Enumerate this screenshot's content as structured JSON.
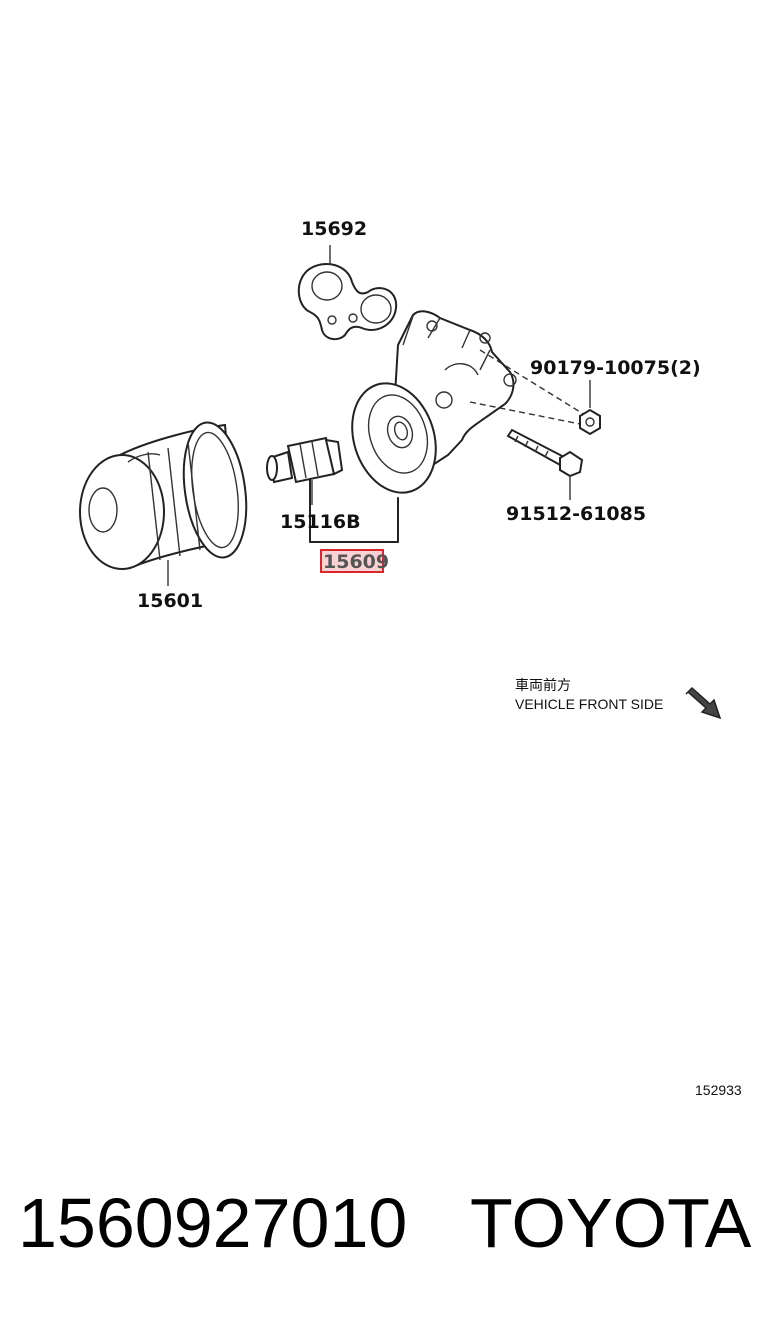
{
  "parts": {
    "gasket": "15692",
    "nut": "90179-10075(2)",
    "bolt": "91512-61085",
    "sensor": "15116B",
    "bracket": "15609",
    "oil_filter": "15601"
  },
  "orientation": {
    "japanese": "車両前方",
    "english": "VEHICLE FRONT SIDE"
  },
  "diagram_ref": "152933",
  "footer": {
    "part_number": "1560927010",
    "brand": "TOYOTA"
  },
  "colors": {
    "highlight": "#d9262b",
    "highlight_fill": "#f9d3d3"
  }
}
